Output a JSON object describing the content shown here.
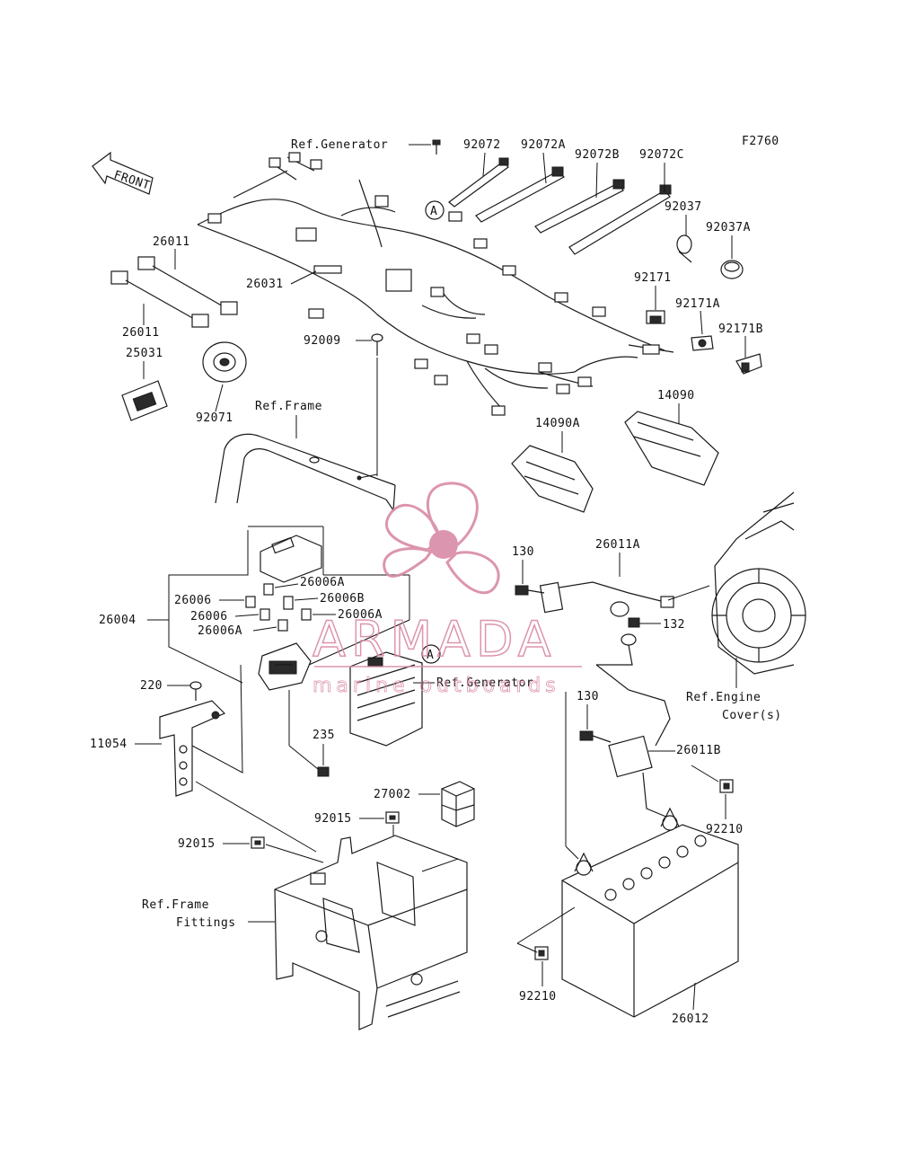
{
  "figure_code": "F2760",
  "labels": {
    "ref_generator_top": "Ref.Generator",
    "ref_generator_mid": "Ref.Generator",
    "ref_frame": "Ref.Frame",
    "ref_frame_fittings_1": "Ref.Frame",
    "ref_frame_fittings_2": "Fittings",
    "ref_engine_cover_1": "Ref.Engine",
    "ref_engine_cover_2": "Cover(s)",
    "front_arrow": "FRONT",
    "circle_a": "A",
    "p_92072": "92072",
    "p_92072A": "92072A",
    "p_92072B": "92072B",
    "p_92072C": "92072C",
    "p_92037": "92037",
    "p_92037A": "92037A",
    "p_92171": "92171",
    "p_92171A": "92171A",
    "p_92171B": "92171B",
    "p_26011_a": "26011",
    "p_26011_b": "26011",
    "p_26031": "26031",
    "p_25031": "25031",
    "p_92009": "92009",
    "p_92071": "92071",
    "p_14090": "14090",
    "p_14090A": "14090A",
    "p_130_a": "130",
    "p_130_b": "130",
    "p_26011A": "26011A",
    "p_132": "132",
    "p_26011B": "26011B",
    "p_26006A_a": "26006A",
    "p_26006_a": "26006",
    "p_26006B": "26006B",
    "p_26006_b": "26006",
    "p_26006A_b": "26006A",
    "p_26006A_c": "26006A",
    "p_26004": "26004",
    "p_220": "220",
    "p_11054": "11054",
    "p_235": "235",
    "p_27002": "27002",
    "p_92015_a": "92015",
    "p_92015_b": "92015",
    "p_92210_a": "92210",
    "p_92210_b": "92210",
    "p_26012": "26012"
  },
  "watermark": {
    "brand": "ARMADA",
    "tagline": "marine outboards",
    "color": "#d98aa6"
  }
}
